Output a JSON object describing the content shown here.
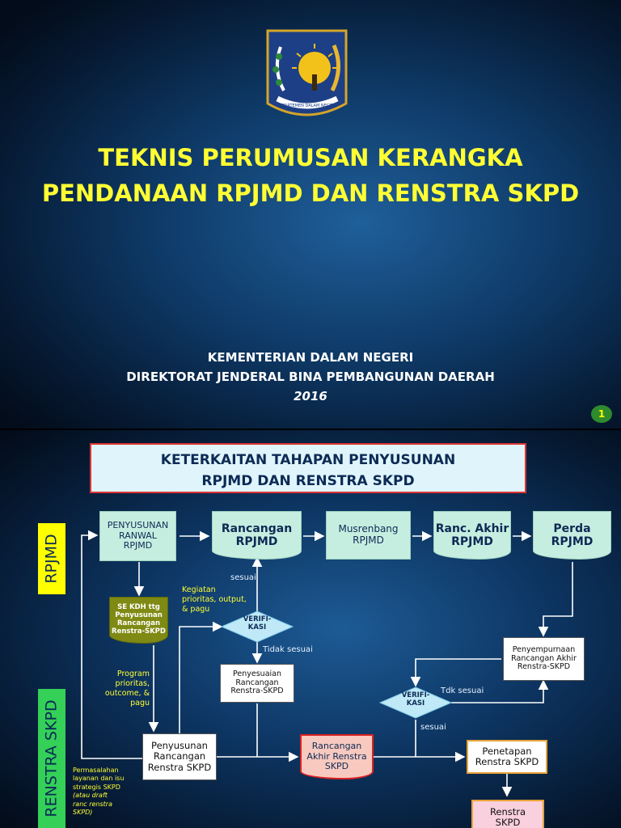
{
  "slide1": {
    "emblem_text": "DEPARTEMEN DALAM NEGERI",
    "title_line1": "TEKNIS PERUMUSAN KERANGKA",
    "title_line2": "PENDANAAN RPJMD DAN RENSTRA SKPD",
    "org_line1": "KEMENTERIAN DALAM NEGERI",
    "org_line2": "DIREKTORAT JENDERAL BINA PEMBANGUNAN DAERAH",
    "year": "2016",
    "page_number": "1"
  },
  "slide2": {
    "header_line1": "KETERKAITAN TAHAPAN PENYUSUNAN",
    "header_line2": "RPJMD DAN RENSTRA SKPD",
    "lane_rpjmd": "RPJMD",
    "lane_renstra": "RENSTRA SKPD",
    "nodes": {
      "ranwal": [
        "PENYUSUNAN",
        "RANWAL",
        "RPJMD"
      ],
      "rancangan": [
        "Rancangan",
        "RPJMD"
      ],
      "musrenbang": [
        "Musrenbang",
        "RPJMD"
      ],
      "ranc_akhir": [
        "Ranc. Akhir",
        "RPJMD"
      ],
      "perda": [
        "Perda",
        "RPJMD"
      ],
      "se_kdh": [
        "SE KDH  ttg",
        "Penyusunan",
        "Rancangan",
        "Renstra-SKPD"
      ],
      "verif1": [
        "VERIFI-",
        "KASI"
      ],
      "penyesuaian": [
        "Penyesuaian",
        "Rancangan",
        "Renstra-SKPD"
      ],
      "penyempurnaan": [
        "Penyempurnaan",
        "Rancangan Akhir",
        "Renstra-SKPD"
      ],
      "verif2": [
        "VERIFI-",
        "KASI"
      ],
      "penyusunan_renstra": [
        "Penyusunan",
        "Rancangan",
        "Renstra SKPD"
      ],
      "rancangan_akhir": [
        "Rancangan",
        "Akhir Renstra",
        "SKPD"
      ],
      "penetapan": [
        "Penetapan",
        "Renstra SKPD"
      ],
      "renstra": [
        "Renstra",
        "SKPD"
      ]
    },
    "labels": {
      "kegiatan": [
        "Kegiatan",
        "prioritas, output,",
        "& pagu"
      ],
      "program": [
        "Program",
        "prioritas,",
        "outcome, &",
        "pagu"
      ],
      "permasalahan": [
        "Permasalahan",
        "layanan dan isu",
        "strategis SKPD",
        "(atau draft",
        "ranc renstra",
        "SKPD)"
      ],
      "sesuai_1": "sesuai",
      "tidak_sesuai": "Tidak sesuai",
      "tdk_sesuai": "Tdk sesuai",
      "sesuai_2": "sesuai"
    }
  },
  "colors": {
    "title_yellow": "#ffff33",
    "teal_box": "#c6eee0",
    "lane_rpjmd": "#ffff00",
    "lane_renstra": "#34d058",
    "se_kdh_olive": "#7f8a14",
    "rancangan_akhir_pink": "#f7c9bf",
    "renstra_pink": "#f9d0dd",
    "diamond_fill": "#bfe9f7"
  }
}
